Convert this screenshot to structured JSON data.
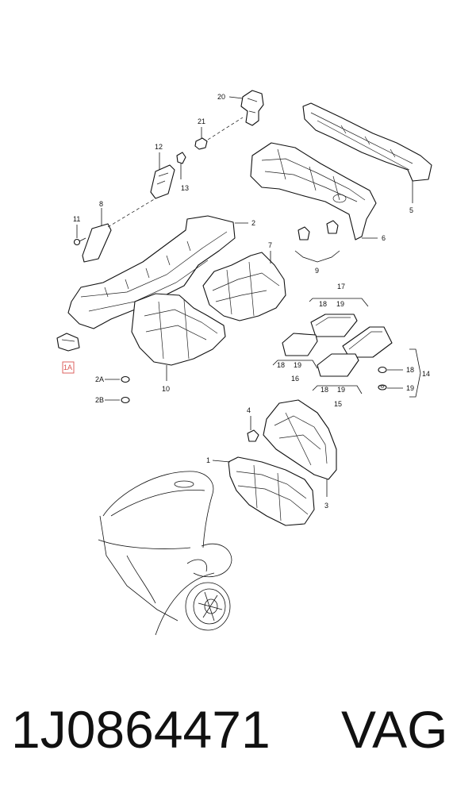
{
  "callouts": {
    "c1": "1",
    "c1A": "1A",
    "c2": "2",
    "c2A": "2A",
    "c2B": "2B",
    "c3": "3",
    "c4": "4",
    "c5": "5",
    "c6": "6",
    "c7": "7",
    "c8": "8",
    "c9": "9",
    "c10": "10",
    "c11": "11",
    "c12": "12",
    "c13": "13",
    "c14": "14",
    "c15": "15",
    "c16": "16",
    "c17": "17",
    "c18a": "18",
    "c19a": "19",
    "c18b": "18",
    "c19b": "19",
    "c18c": "18",
    "c19c": "19",
    "c18d": "18",
    "c19d": "19",
    "c20": "20",
    "c21": "21"
  },
  "footer": {
    "part_number": "1J0864471",
    "brand": "VAG"
  },
  "colors": {
    "line": "#111111",
    "highlight": "#d9534f",
    "background": "#ffffff"
  }
}
